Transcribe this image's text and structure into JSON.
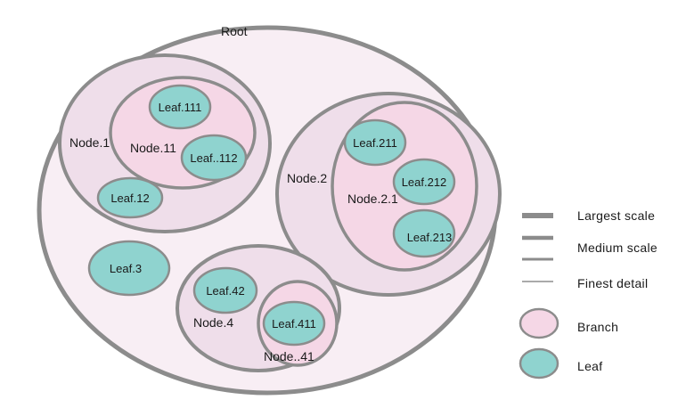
{
  "diagram": {
    "root": {
      "label": "Root"
    },
    "nodes": {
      "node_1": "Node.1",
      "node_11": "Node.11",
      "node_2": "Node.2",
      "node_21": "Node.2.1",
      "node_4": "Node.4",
      "node_41": "Node..41"
    },
    "leaves": {
      "leaf_111": "Leaf.111",
      "leaf_112": "Leaf..112",
      "leaf_12": "Leaf.12",
      "leaf_211": "Leaf.211",
      "leaf_212": "Leaf.212",
      "leaf_213": "Leaf.213",
      "leaf_3": "Leaf.3",
      "leaf_42": "Leaf.42",
      "leaf_411": "Leaf.411"
    }
  },
  "legend": {
    "largest_scale": "Largest scale",
    "medium_scale": "Medium scale",
    "small_scale": "",
    "finest_detail": "Finest detail",
    "branch": "Branch",
    "leaf": "Leaf"
  },
  "colors": {
    "outline": "#8c8c8c",
    "root_fill": "#f8eef4",
    "node_fill": "#efdeea",
    "inner_node_fill": "#f5d7e6",
    "leaf_fill": "#8fd3cf"
  }
}
